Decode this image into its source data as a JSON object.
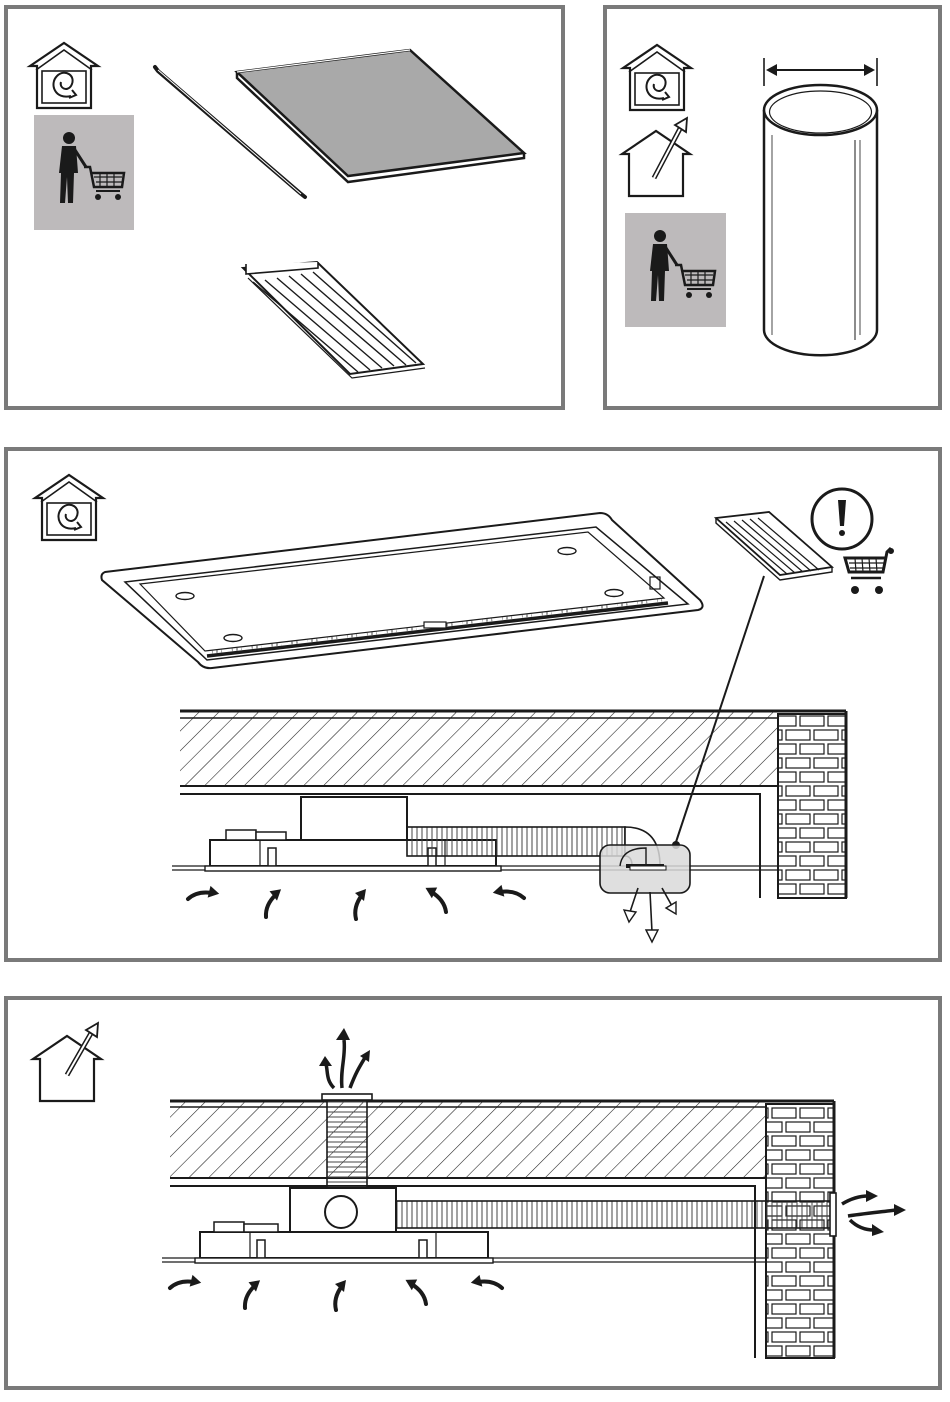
{
  "colors": {
    "frame": "#7a7a7a",
    "line": "#1a1a1a",
    "shop_badge_bg": "#bdbabb",
    "filter_plate": "#a9a9a9",
    "highlight_box": "#d9d9d9",
    "white": "#ffffff"
  },
  "panels": [
    {
      "id": "panel-accessories-recirculation",
      "mode_icon": "recirculation-house-icon",
      "shop_badge": true
    },
    {
      "id": "panel-duct-accessory",
      "mode_icons": [
        "recirculation-house-icon",
        "ducted-house-icon"
      ],
      "shop_badge": true
    },
    {
      "id": "panel-recirculation-install",
      "mode_icon": "recirculation-house-icon",
      "notice_icon": "warning-exclamation-icon",
      "shop_icon": "shopping-cart-icon"
    },
    {
      "id": "panel-ducted-install",
      "mode_icon": "ducted-house-icon"
    }
  ],
  "icons": {
    "recirculation": "recirculation-house-icon",
    "ducted": "ducted-house-icon",
    "shop": "shopper-with-cart-icon",
    "cart": "shopping-cart-icon",
    "warning": "exclamation-circle-icon"
  }
}
